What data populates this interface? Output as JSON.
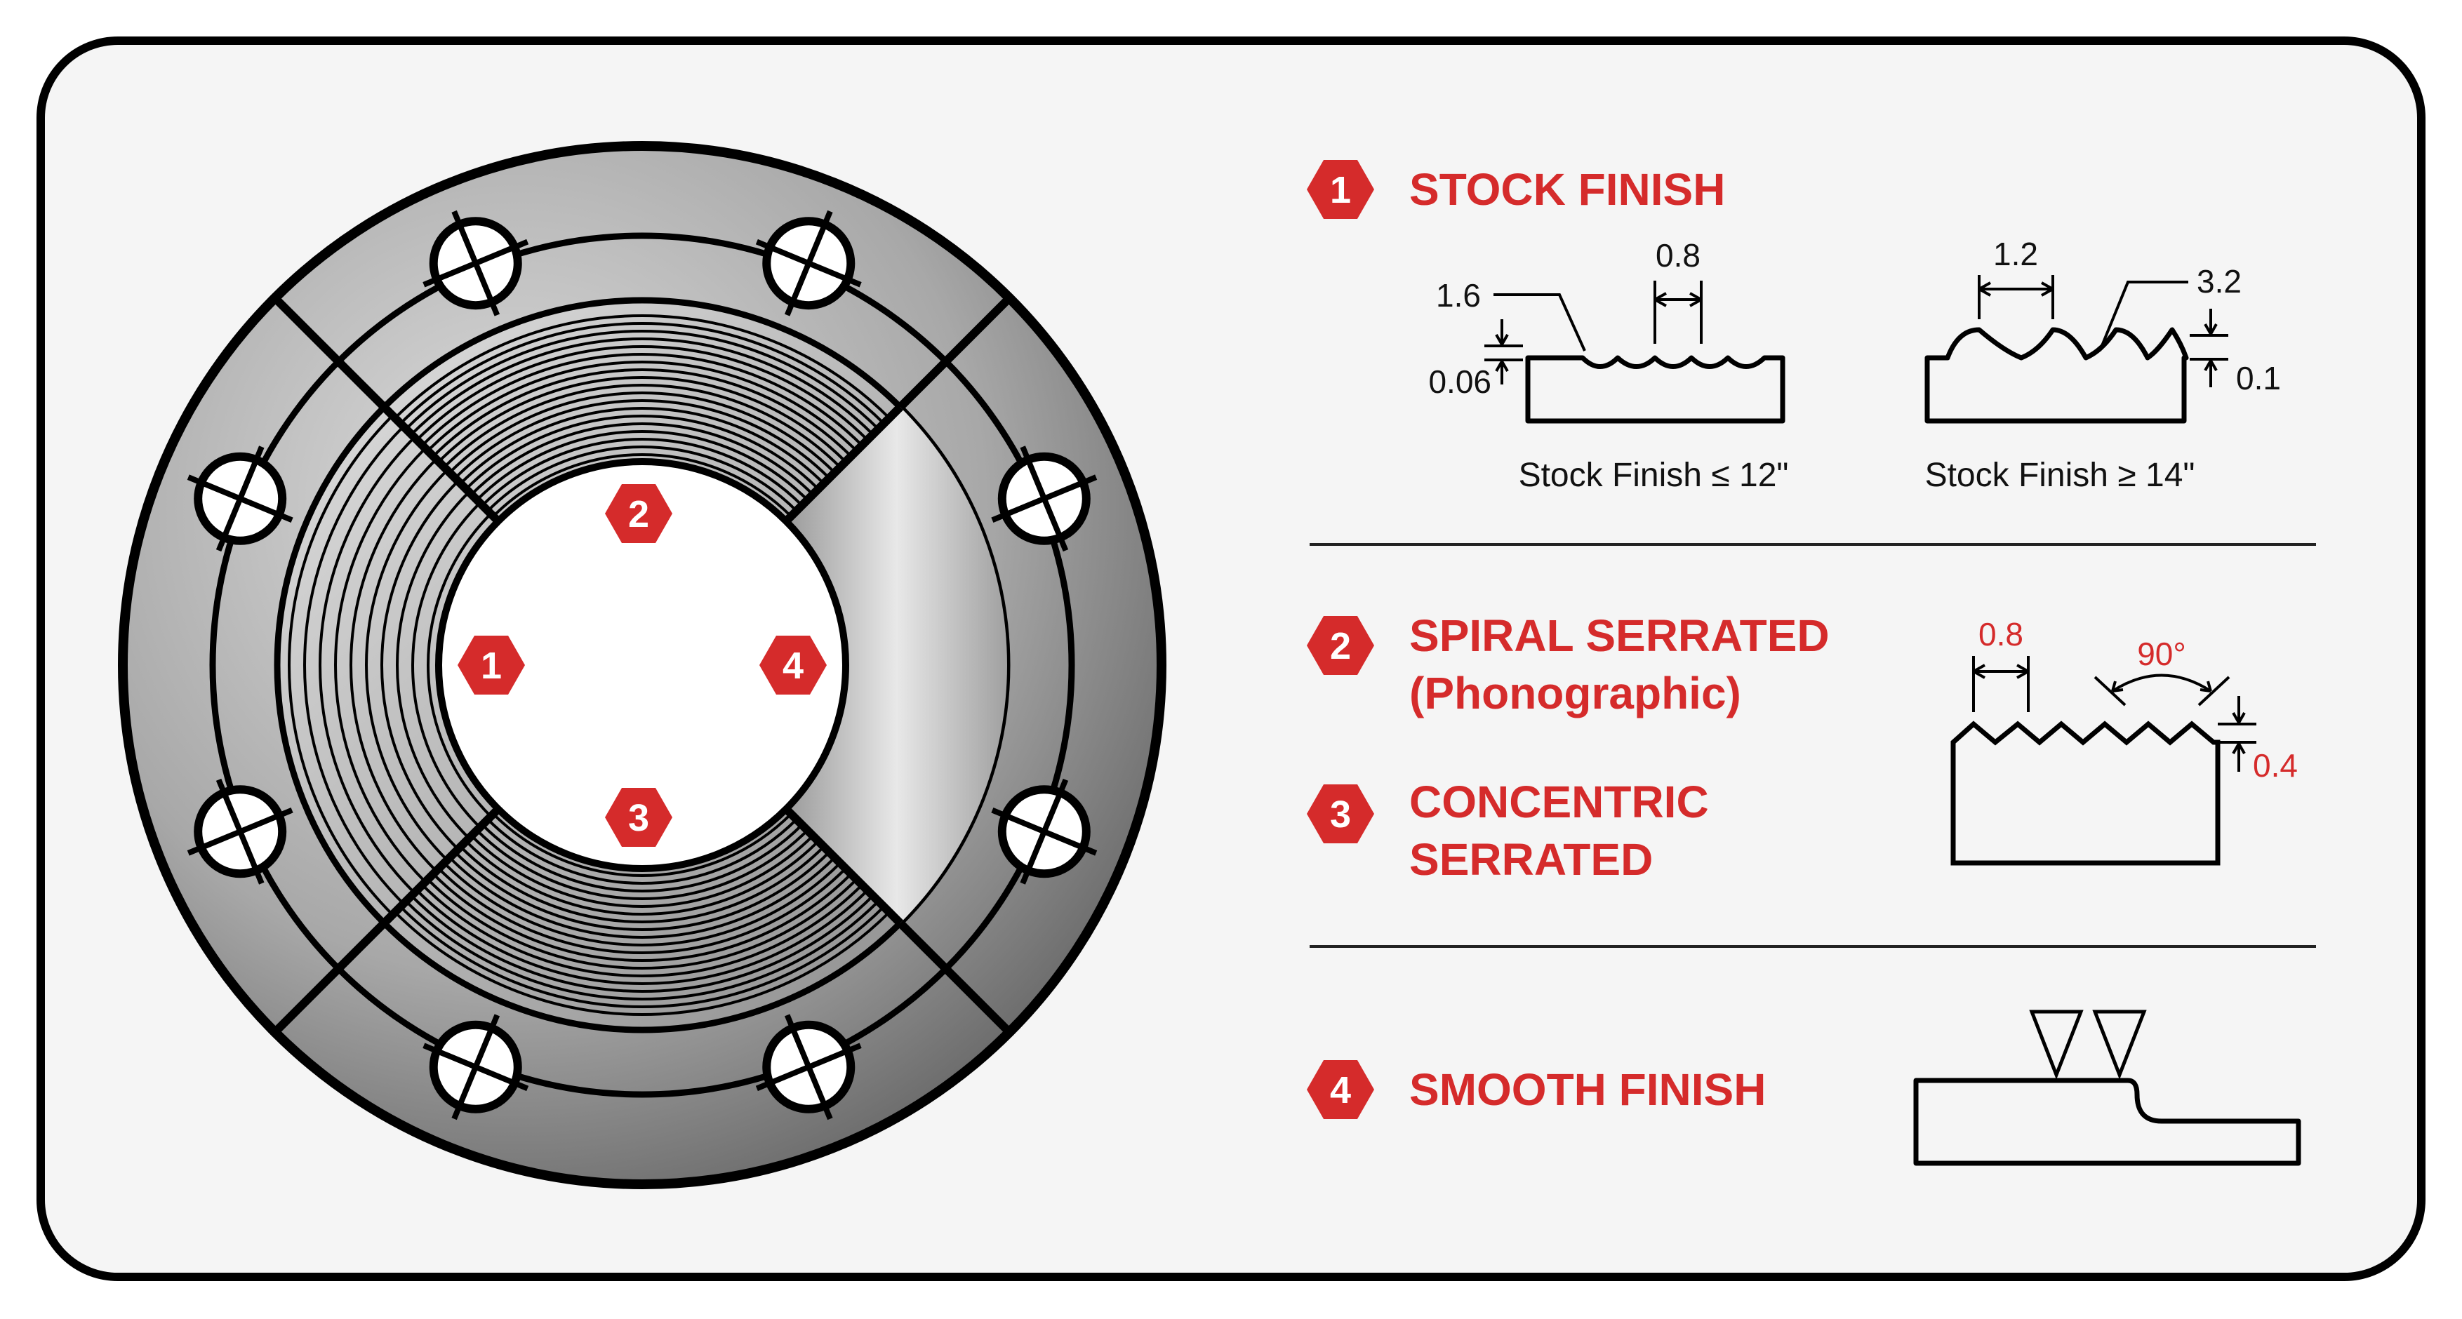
{
  "colors": {
    "accent": "#d52b2b",
    "ink": "#111111",
    "panel": "#f5f5f5",
    "flange": "#9a9a9a"
  },
  "flange_labels": [
    "1",
    "2",
    "3",
    "4"
  ],
  "sections": [
    {
      "number": "1",
      "title": [
        "STOCK FINISH"
      ],
      "profiles": [
        {
          "caption": "Stock Finish ≤ 12\"",
          "labels": {
            "pitch": "0.8",
            "radius": "1.6",
            "depth": "0.06"
          }
        },
        {
          "caption": "Stock Finish ≥ 14\"",
          "labels": {
            "pitch": "1.2",
            "radius": "3.2",
            "depth": "0.1"
          }
        }
      ]
    },
    {
      "number": "2",
      "title": [
        "SPIRAL SERRATED",
        "(Phonographic)"
      ],
      "profile": {
        "labels": {
          "pitch": "0.8",
          "angle": "90°",
          "depth": "0.4"
        }
      }
    },
    {
      "number": "3",
      "title": [
        "CONCENTRIC",
        "SERRATED"
      ]
    },
    {
      "number": "4",
      "title": [
        "SMOOTH FINISH"
      ]
    }
  ]
}
